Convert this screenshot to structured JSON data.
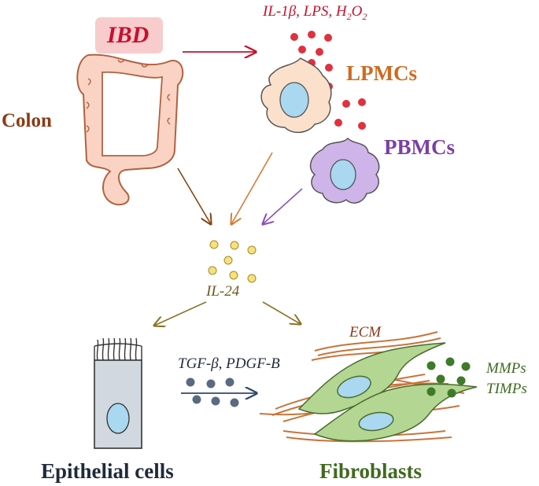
{
  "labels": {
    "ibd": "IBD",
    "colon": "Colon",
    "stimuli_prefix": "IL-1β, LPS, H",
    "stimuli_sub1": "2",
    "stimuli_o": "O",
    "stimuli_sub2": "2",
    "lpmcs": "LPMCs",
    "pbmcs": "PBMCs",
    "il24": "IL-24",
    "tgf": "TGF-β, PDGF-B",
    "ecm": "ECM",
    "mmps": "MMPs",
    "timps": "TIMPs",
    "epithelial": "Epithelial cells",
    "fibroblasts": "Fibroblasts"
  },
  "colors": {
    "ibd_text": "#c8102e",
    "ibd_box": "#f8cccc",
    "colon_text": "#8b3a14",
    "colon_fill": "#fbd3c4",
    "colon_stroke": "#b0623f",
    "stimuli": "#c8102e",
    "stimuli_dot": "#e0313d",
    "lpmc_text": "#d2691e",
    "lpmc_fill": "#fbe0cc",
    "pbmc_text": "#7b3fa8",
    "pbmc_fill": "#cfb4ea",
    "nucleus": "#a9d8f0",
    "il24_dot": "#f6e17a",
    "arrow_brown": "#8b4513",
    "arrow_orange": "#d87b35",
    "arrow_purple": "#8b4fb8",
    "arrow_olive": "#8a7224",
    "tgf_dot": "#5a6a80",
    "tgf_arrow": "#2f4a6b",
    "epithelial_fill": "#d2d8e0",
    "fibro_fill": "#b3d692",
    "ecm_fiber": "#c9743a",
    "mmp_dot": "#3e7a2a",
    "dark_text": "#1f2a3c",
    "fibro_text": "#3f6a1e"
  }
}
